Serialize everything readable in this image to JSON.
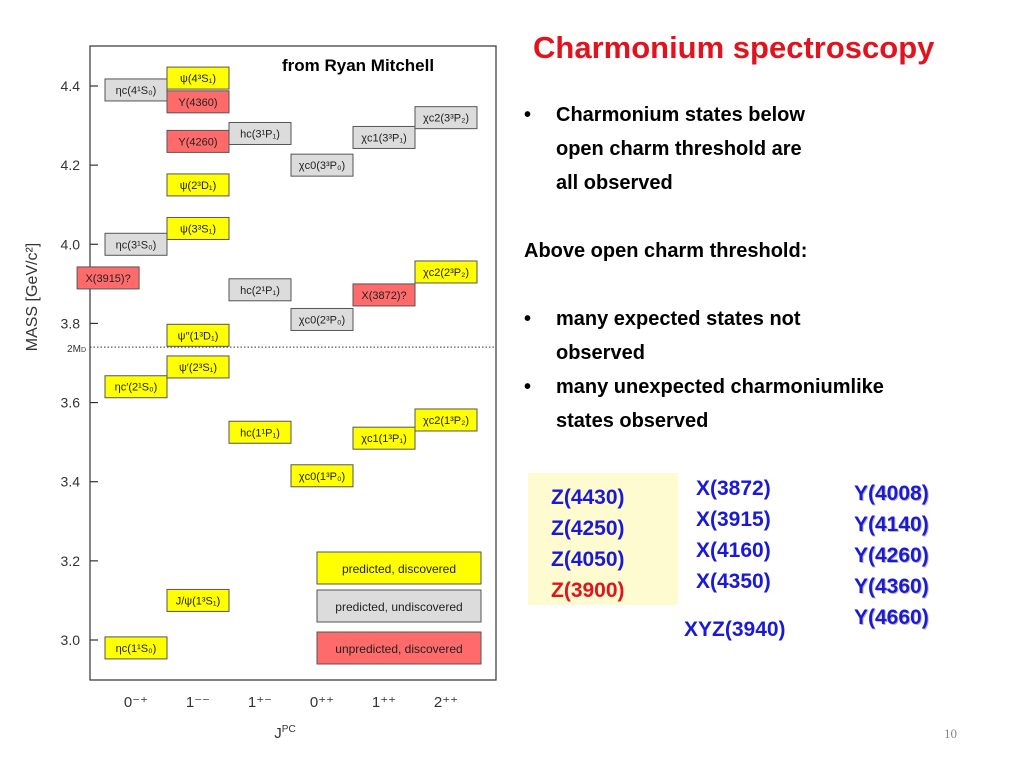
{
  "title": "Charmonium spectroscopy",
  "credit": "from Ryan Mitchell",
  "text": {
    "bullet_char": "•",
    "bullet1": "Charmonium states below",
    "bullet1_l2": "open charm threshold are",
    "bullet1_l3": "all observed",
    "above": "Above open charm threshold:",
    "bullet2": "many expected states not",
    "bullet2_l2": "observed",
    "bullet3": "many unexpected charmoniumlike",
    "bullet3_l2": "states observed"
  },
  "z_states": [
    "Z(4430)",
    "Z(4250)",
    "Z(4050)",
    "Z(3900)"
  ],
  "x_states": [
    "X(3872)",
    "X(3915)",
    "X(4160)",
    "X(4350)"
  ],
  "y_states": [
    "Y(4008)",
    "Y(4140)",
    "Y(4260)",
    "Y(4360)",
    "Y(4660)"
  ],
  "xyz_label": "XYZ(3940)",
  "page_number": "10",
  "colors": {
    "predicted_discovered": "#ffff00",
    "predicted_undiscovered": "#dcdcdc",
    "unpredicted_discovered": "#ff6b6b",
    "title_red": "#e0141e",
    "state_blue": "#1a1ad6"
  },
  "chart_data": {
    "type": "scatter",
    "xlabel": "J",
    "xlabel_sup": "PC",
    "ylabel": "MASS   [GeV/c²]",
    "ylim": [
      2.94,
      4.46
    ],
    "yticks": [
      "3.0",
      "3.2",
      "3.4",
      "3.6",
      "3.8",
      "4.0",
      "4.2",
      "4.4"
    ],
    "categories": [
      "0⁻⁺",
      "1⁻⁻",
      "1⁺⁻",
      "0⁺⁺",
      "1⁺⁺",
      "2⁺⁺"
    ],
    "threshold": {
      "label": "2M",
      "label_sub": "D",
      "mass": 3.74
    },
    "states": [
      {
        "label": "ηc(1¹S₀)",
        "col": 0,
        "mass": 2.98,
        "status": "pd"
      },
      {
        "label": "J/ψ(1³S₁)",
        "col": 1,
        "mass": 3.1,
        "status": "pd"
      },
      {
        "label": "ηc′(2¹S₀)",
        "col": 0,
        "mass": 3.64,
        "status": "pd"
      },
      {
        "label": "ψ′(2³S₁)",
        "col": 1,
        "mass": 3.69,
        "status": "pd"
      },
      {
        "label": "ψ′′(1³D₁)",
        "col": 1,
        "mass": 3.77,
        "status": "pd"
      },
      {
        "label": "ψ(3³S₁)",
        "col": 1,
        "mass": 4.04,
        "status": "pd"
      },
      {
        "label": "ψ(2³D₁)",
        "col": 1,
        "mass": 4.15,
        "status": "pd"
      },
      {
        "label": "ψ(4³S₁)",
        "col": 1,
        "mass": 4.42,
        "status": "pd"
      },
      {
        "label": "Y(4360)",
        "col": 1,
        "mass": 4.36,
        "status": "ud"
      },
      {
        "label": "Y(4260)",
        "col": 1,
        "mass": 4.26,
        "status": "ud"
      },
      {
        "label": "ηc(3¹S₀)",
        "col": 0,
        "mass": 4.0,
        "status": "pu"
      },
      {
        "label": "ηc(4¹S₀)",
        "col": 0,
        "mass": 4.39,
        "status": "pu"
      },
      {
        "label": "X(3915)?",
        "col": -0.45,
        "mass": 3.915,
        "status": "ud"
      },
      {
        "label": "hc(1¹P₁)",
        "col": 2,
        "mass": 3.525,
        "status": "pd"
      },
      {
        "label": "hc(2¹P₁)",
        "col": 2,
        "mass": 3.885,
        "status": "pu"
      },
      {
        "label": "hc(3¹P₁)",
        "col": 2,
        "mass": 4.28,
        "status": "pu"
      },
      {
        "label": "χc0(1³P₀)",
        "col": 3,
        "mass": 3.415,
        "status": "pd"
      },
      {
        "label": "χc0(2³P₀)",
        "col": 3,
        "mass": 3.81,
        "status": "pu"
      },
      {
        "label": "χc0(3³P₀)",
        "col": 3,
        "mass": 4.2,
        "status": "pu"
      },
      {
        "label": "χc1(1³P₁)",
        "col": 4,
        "mass": 3.51,
        "status": "pd"
      },
      {
        "label": "X(3872)?",
        "col": 4,
        "mass": 3.872,
        "status": "ud"
      },
      {
        "label": "χc1(3³P₁)",
        "col": 4,
        "mass": 4.27,
        "status": "pu"
      },
      {
        "label": "χc2(1³P₂)",
        "col": 5,
        "mass": 3.556,
        "status": "pd"
      },
      {
        "label": "χc2(2³P₂)",
        "col": 5,
        "mass": 3.93,
        "status": "pd"
      },
      {
        "label": "χc2(3³P₂)",
        "col": 5,
        "mass": 4.32,
        "status": "pu"
      }
    ],
    "legend": [
      {
        "label": "predicted, discovered",
        "status": "pd"
      },
      {
        "label": "predicted, undiscovered",
        "status": "pu"
      },
      {
        "label": "unpredicted, discovered",
        "status": "ud"
      }
    ],
    "legend_position": "bottom-right",
    "grid": false
  }
}
